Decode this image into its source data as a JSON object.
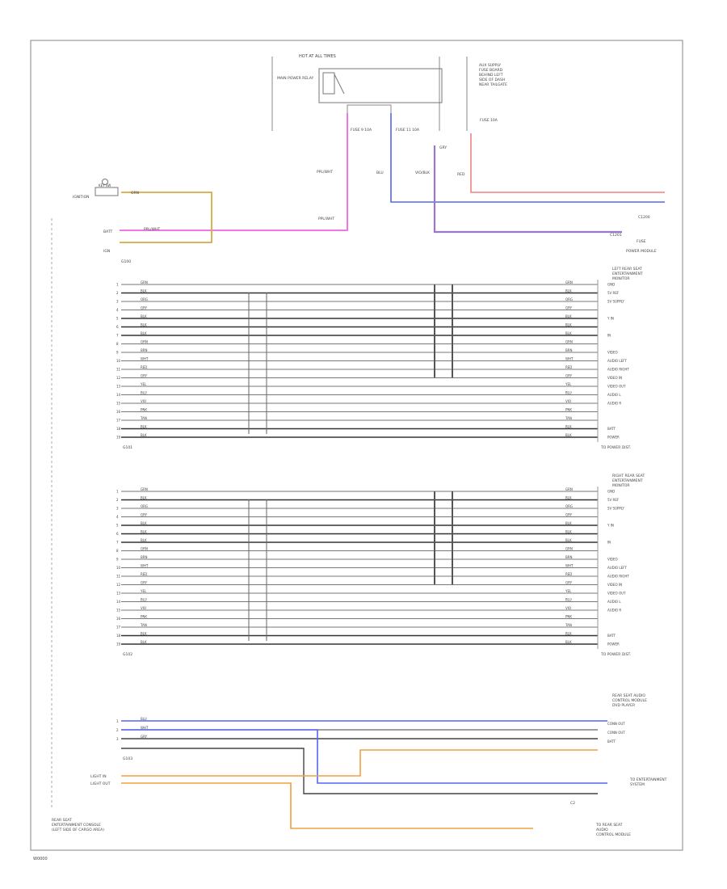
{
  "page": {
    "figure_id": "W0000"
  },
  "fuse_block": {
    "title": "HOT AT ALL TIMES",
    "relay_label": "MAIN POWER RELAY",
    "fuse_a": "FUSE 9 10A",
    "fuse_b": "FUSE 11 10A",
    "fuse_c": "FUSE 10A"
  },
  "aux_block": {
    "lines": [
      "AUX SUPPLY",
      "FUSE BOARD",
      "BEHIND LEFT",
      "SIDE OF DASH",
      "NEAR TAILGATE"
    ]
  },
  "key_switch": {
    "label": "IGNITION",
    "name": "KEY SW"
  },
  "left_terminals": [
    "BATT",
    "IGN"
  ],
  "wire_labels": {
    "pink_top": "PPL/WHT",
    "pink_bottom": "PPL/WHT",
    "tan": "GRN",
    "blue": "BLU",
    "red": "RED",
    "violet": "VIO/BLK",
    "gray": "GRY"
  },
  "grounds": [
    "G100",
    "G101",
    "G102",
    "G103"
  ],
  "right_side_labels": {
    "fuse_top": "FUSE",
    "module_top": "POWER MODULE",
    "module1": [
      "LEFT REAR SEAT",
      "ENTERTAINMENT",
      "MONITOR"
    ],
    "module2": [
      "RIGHT REAR SEAT",
      "ENTERTAINMENT",
      "MONITOR"
    ],
    "module3": [
      "REAR SEAT AUDIO",
      "CONTROL MODULE",
      "DVD PLAYER"
    ],
    "conn_label_1": "C1200",
    "conn_label_2": "C1201",
    "conn_label_3": "C2",
    "to_power_1": "TO POWER DIST.",
    "to_power_2": "TO POWER DIST."
  },
  "pin_rows": [
    {
      "pin": "1",
      "wire": "GRN",
      "func": "GND"
    },
    {
      "pin": "2",
      "wire": "BLK",
      "func": "5V REF"
    },
    {
      "pin": "3",
      "wire": "ORG",
      "func": "5V SUPPLY"
    },
    {
      "pin": "4",
      "wire": "GRY",
      "func": ""
    },
    {
      "pin": "5",
      "wire": "BLK",
      "func": "Y IN"
    },
    {
      "pin": "6",
      "wire": "BLK",
      "func": ""
    },
    {
      "pin": "7",
      "wire": "BLK",
      "func": "IN"
    },
    {
      "pin": "8",
      "wire": "GRN",
      "func": ""
    },
    {
      "pin": "9",
      "wire": "BRN",
      "func": "VIDEO"
    },
    {
      "pin": "10",
      "wire": "WHT",
      "func": "AUDIO LEFT"
    },
    {
      "pin": "11",
      "wire": "RED",
      "func": "AUDIO RIGHT"
    },
    {
      "pin": "12",
      "wire": "GRY",
      "func": "VIDEO IN"
    },
    {
      "pin": "13",
      "wire": "YEL",
      "func": "VIDEO OUT"
    },
    {
      "pin": "14",
      "wire": "BLU",
      "func": "AUDIO L"
    },
    {
      "pin": "15",
      "wire": "VIO",
      "func": "AUDIO R"
    },
    {
      "pin": "16",
      "wire": "PNK",
      "func": ""
    },
    {
      "pin": "17",
      "wire": "TAN",
      "func": ""
    },
    {
      "pin": "18",
      "wire": "BLK",
      "func": "BATT"
    },
    {
      "pin": "19",
      "wire": "BLK",
      "func": "POWER"
    }
  ],
  "bottom_block": {
    "rows": [
      {
        "pin": "1",
        "wire": "BLU",
        "func": "CONN OUT"
      },
      {
        "pin": "2",
        "wire": "WHT",
        "func": "CONN OUT"
      },
      {
        "pin": "3",
        "wire": "GRY",
        "func": "BATT"
      }
    ],
    "left_inputs": [
      "LIGHT IN",
      "LIGHT OUT"
    ],
    "right_note": [
      "TO ENTERTAINMENT",
      "SYSTEM"
    ],
    "bottom_right": [
      "TO REAR SEAT",
      "AUDIO",
      "CONTROL MODULE"
    ],
    "bottom_left": [
      "REAR SEAT",
      "ENTERTAINMENT CONSOLE",
      "(LEFT SIDE OF CARGO AREA)"
    ]
  },
  "colors": {
    "pink": "#ee66dd",
    "tan": "#d9aa44",
    "blue": "#5566ee",
    "red": "#f08080",
    "violet": "#9977cc",
    "orange": "#f0a040",
    "gray": "#555555",
    "border": "#999999"
  }
}
